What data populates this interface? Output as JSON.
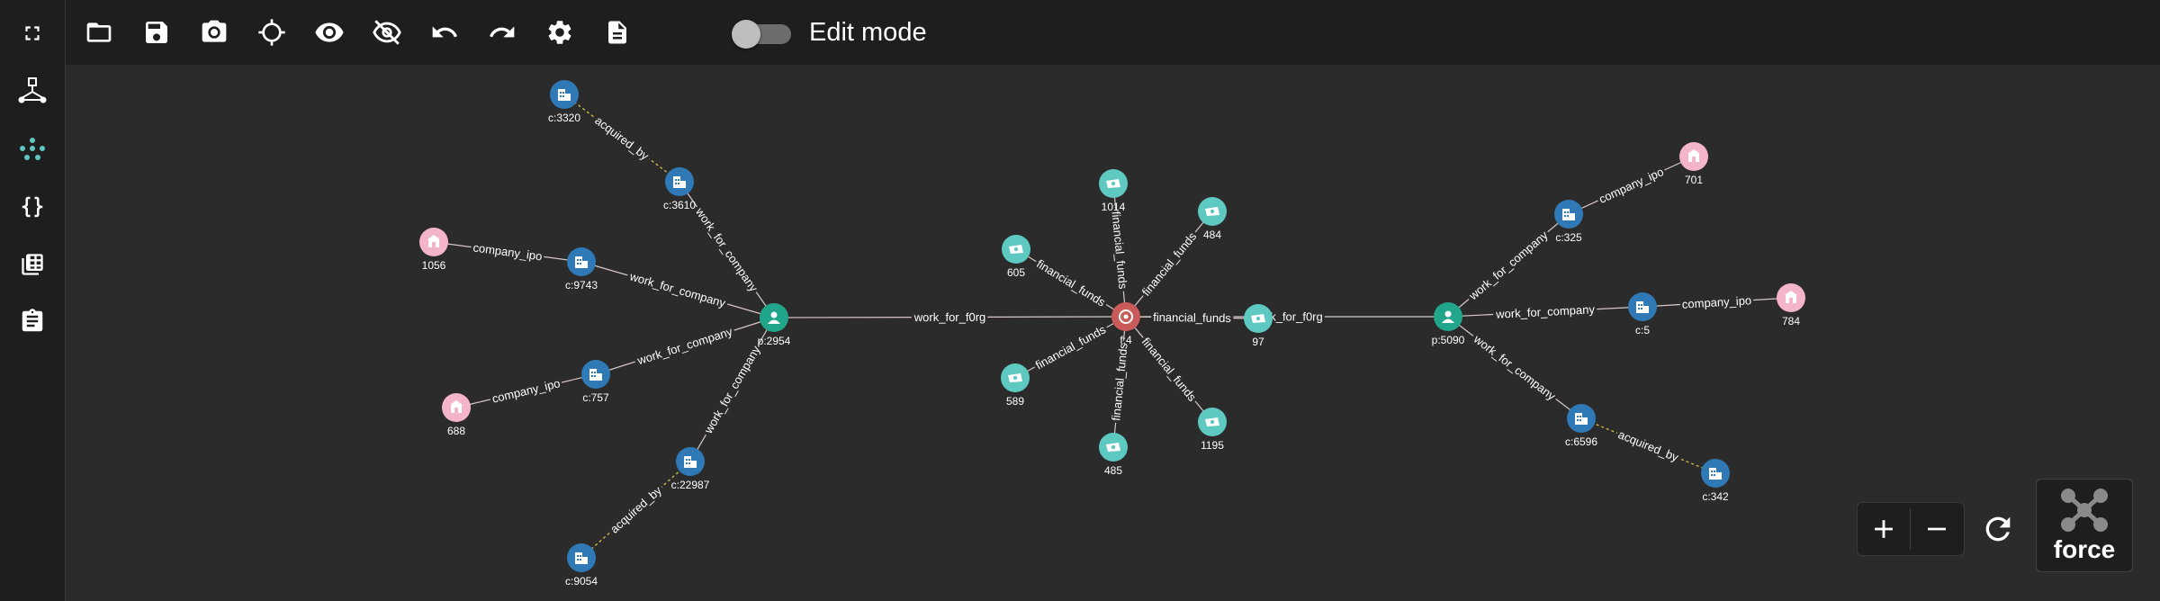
{
  "toolbar": {
    "edit_mode_label": "Edit mode",
    "edit_mode_on": false
  },
  "layout": {
    "label": "force"
  },
  "colors": {
    "background": "#2b2b2b",
    "toolbar": "#1e1e1e",
    "company": "#2f7ab6",
    "ipo": "#f5b5c8",
    "fund": "#5ec9c0",
    "person": "#21a58b",
    "financial_org": "#c85a5a",
    "edge": "#d9c9c9",
    "acquired_edge": "#c8b94a"
  },
  "graph": {
    "nodes": [
      {
        "id": "c:3320",
        "label": "c:3320",
        "type": "company"
      },
      {
        "id": "c:3610",
        "label": "c:3610",
        "type": "company"
      },
      {
        "id": "1056",
        "label": "1056",
        "type": "ipo"
      },
      {
        "id": "c:9743",
        "label": "c:9743",
        "type": "company"
      },
      {
        "id": "p:2954",
        "label": "p:2954",
        "type": "person"
      },
      {
        "id": "688",
        "label": "688",
        "type": "ipo"
      },
      {
        "id": "c:757",
        "label": "c:757",
        "type": "company"
      },
      {
        "id": "c:22987",
        "label": "c:22987",
        "type": "company"
      },
      {
        "id": "c:9054",
        "label": "c:9054",
        "type": "company"
      },
      {
        "id": "1014",
        "label": "1014",
        "type": "fund"
      },
      {
        "id": "484",
        "label": "484",
        "type": "fund"
      },
      {
        "id": "605",
        "label": "605",
        "type": "fund"
      },
      {
        "id": "f:4",
        "label": "f:4",
        "type": "financial_org"
      },
      {
        "id": "97",
        "label": "97",
        "type": "fund"
      },
      {
        "id": "589",
        "label": "589",
        "type": "fund"
      },
      {
        "id": "1195",
        "label": "1195",
        "type": "fund"
      },
      {
        "id": "485",
        "label": "485",
        "type": "fund"
      },
      {
        "id": "p:5090",
        "label": "p:5090",
        "type": "person"
      },
      {
        "id": "c:325",
        "label": "c:325",
        "type": "company"
      },
      {
        "id": "701",
        "label": "701",
        "type": "ipo"
      },
      {
        "id": "c:5",
        "label": "c:5",
        "type": "company"
      },
      {
        "id": "784",
        "label": "784",
        "type": "ipo"
      },
      {
        "id": "c:6596",
        "label": "c:6596",
        "type": "company"
      },
      {
        "id": "c:342",
        "label": "c:342",
        "type": "company"
      }
    ],
    "edges": [
      {
        "source": "c:3610",
        "target": "c:3320",
        "label": "acquired_by",
        "kind": "acquired"
      },
      {
        "source": "p:2954",
        "target": "c:3610",
        "label": "work_for_company",
        "kind": "normal"
      },
      {
        "source": "c:9743",
        "target": "1056",
        "label": "company_ipo",
        "kind": "normal"
      },
      {
        "source": "p:2954",
        "target": "c:9743",
        "label": "work_for_company",
        "kind": "normal"
      },
      {
        "source": "p:2954",
        "target": "c:757",
        "label": "work_for_company",
        "kind": "normal"
      },
      {
        "source": "c:757",
        "target": "688",
        "label": "company_ipo",
        "kind": "normal"
      },
      {
        "source": "p:2954",
        "target": "c:22987",
        "label": "work_for_company",
        "kind": "normal"
      },
      {
        "source": "c:22987",
        "target": "c:9054",
        "label": "acquired_by",
        "kind": "acquired"
      },
      {
        "source": "p:2954",
        "target": "f:4",
        "label": "work_for_f0rg",
        "kind": "normal"
      },
      {
        "source": "f:4",
        "target": "1014",
        "label": "financial_funds",
        "kind": "normal"
      },
      {
        "source": "f:4",
        "target": "484",
        "label": "financial_funds",
        "kind": "normal"
      },
      {
        "source": "f:4",
        "target": "605",
        "label": "financial_funds",
        "kind": "normal"
      },
      {
        "source": "f:4",
        "target": "97",
        "label": "financial_funds",
        "kind": "normal"
      },
      {
        "source": "f:4",
        "target": "589",
        "label": "financial_funds",
        "kind": "normal"
      },
      {
        "source": "f:4",
        "target": "1195",
        "label": "financial_funds",
        "kind": "normal"
      },
      {
        "source": "f:4",
        "target": "485",
        "label": "financial_funds",
        "kind": "normal"
      },
      {
        "source": "p:5090",
        "target": "f:4",
        "label": "work_for_f0rg",
        "kind": "normal"
      },
      {
        "source": "p:5090",
        "target": "c:325",
        "label": "work_for_company",
        "kind": "normal"
      },
      {
        "source": "c:325",
        "target": "701",
        "label": "company_ipo",
        "kind": "normal"
      },
      {
        "source": "p:5090",
        "target": "c:5",
        "label": "work_for_company",
        "kind": "normal"
      },
      {
        "source": "c:5",
        "target": "784",
        "label": "company_ipo",
        "kind": "normal"
      },
      {
        "source": "p:5090",
        "target": "c:6596",
        "label": "work_for_company",
        "kind": "normal"
      },
      {
        "source": "c:6596",
        "target": "c:342",
        "label": "acquired_by",
        "kind": "acquired"
      }
    ]
  }
}
